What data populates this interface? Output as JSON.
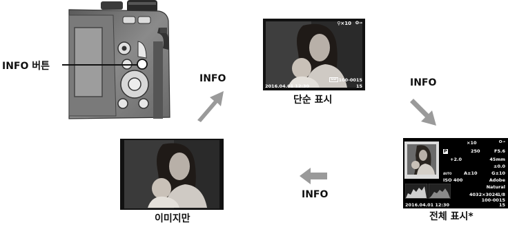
{
  "button_label": "INFO 버튼",
  "arrows": {
    "a1": "INFO",
    "a2": "INFO",
    "a3": "INFO"
  },
  "captions": {
    "simple": "단순 표시",
    "full": "전체 표시*",
    "image_only": "이미지만"
  },
  "simple_overlay": {
    "top_icons": "⚲×10",
    "lock": "O⊸",
    "datetime": "2016.04.01 12:30",
    "card": "SD",
    "file_no": "100-0015",
    "frame": "15"
  },
  "full_overlay": {
    "zoom": "×10",
    "lock": "O⊸",
    "p_mode": "P",
    "shutter": "250",
    "aperture": "F5.6",
    "ev": "+2.0",
    "focal": "45mm",
    "flash_comp": "±0.0",
    "wb_adj": "A±10",
    "wb_g": "G±10",
    "iso": "ISO 400",
    "color_space": "Adobe",
    "picture_mode": "Natural",
    "size": "4032×3024",
    "compression": "1/8",
    "file_no": "100-0015",
    "datetime": "2016.04.01 12:30",
    "frame": "15",
    "auto": "AUTO"
  },
  "colors": {
    "photo_bg": "#000000",
    "arrow": "#9a9a9a",
    "frame_gray": "#4a4a4a"
  }
}
